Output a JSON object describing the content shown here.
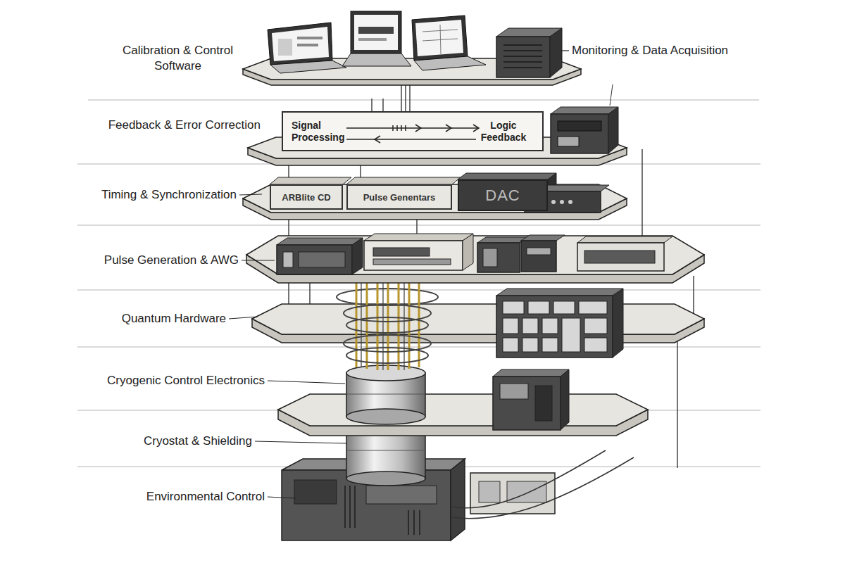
{
  "diagram": {
    "nodes": [
      {
        "text": [
          "Signal Processing",
          "Logic Feedback"
        ]
      },
      {
        "text": [
          "ARBlite CD"
        ]
      },
      {
        "text": [
          "Pulse Genentars"
        ]
      },
      {
        "text": [
          "DAC"
        ]
      }
    ],
    "labels": [
      "Calibration & Control Software",
      "Monitoring & Data Acquisition",
      "Feedback & Error Correction",
      "Timing & Synchronization",
      "Pulse Generation & AWG",
      "Quantum Hardware",
      "Cryogenic Control Electronics",
      "Cryostat & Shielding",
      "Environmental Control"
    ]
  }
}
